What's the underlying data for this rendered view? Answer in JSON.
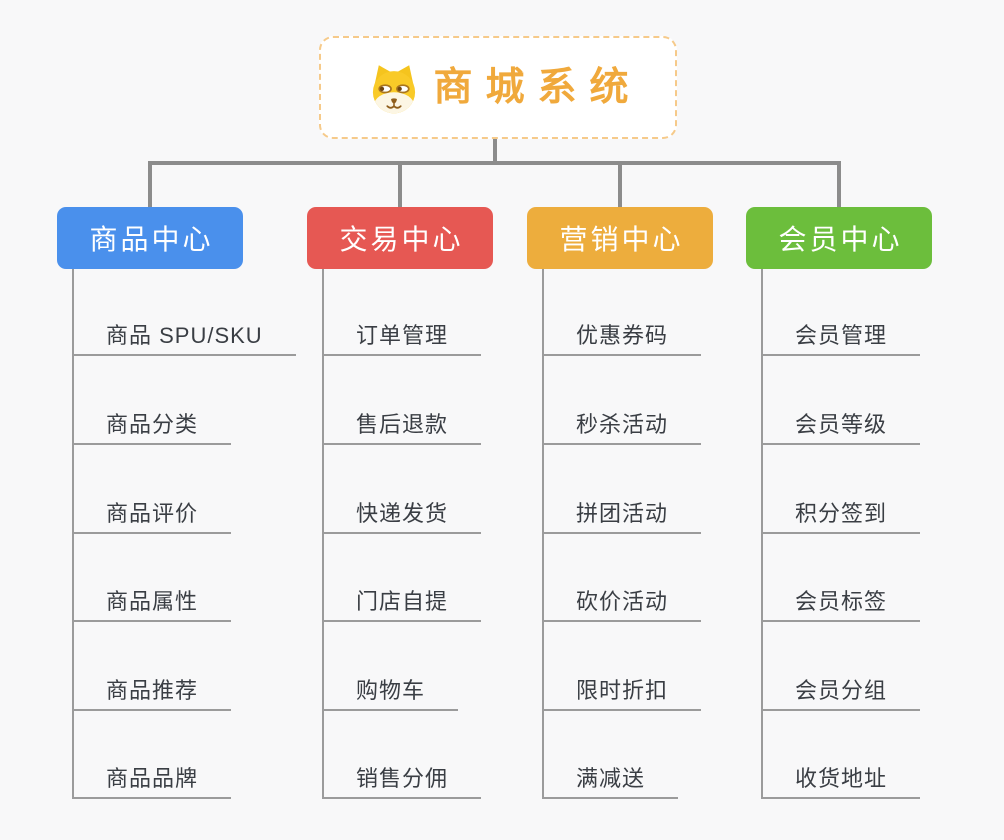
{
  "root": {
    "title": "商城系统",
    "icon": "dog-face-icon",
    "title_color": "#F0A93C",
    "border_color": "#F6CA8A"
  },
  "branches": [
    {
      "label": "商品中心",
      "color": "#4A90EC",
      "items": [
        "商品 SPU/SKU",
        "商品分类",
        "商品评价",
        "商品属性",
        "商品推荐",
        "商品品牌"
      ]
    },
    {
      "label": "交易中心",
      "color": "#E65853",
      "items": [
        "订单管理",
        "售后退款",
        "快递发货",
        "门店自提",
        "购物车",
        "销售分佣"
      ]
    },
    {
      "label": "营销中心",
      "color": "#EDAD3D",
      "items": [
        "优惠券码",
        "秒杀活动",
        "拼团活动",
        "砍价活动",
        "限时折扣",
        "满减送"
      ]
    },
    {
      "label": "会员中心",
      "color": "#6CBE3C",
      "items": [
        "会员管理",
        "会员等级",
        "积分签到",
        "会员标签",
        "会员分组",
        "收货地址"
      ]
    }
  ],
  "colors": {
    "background": "#F8F8F9",
    "connector": "#8C8C8C",
    "leaf_line": "#9B9B9B",
    "leaf_text": "#3A3E44"
  }
}
